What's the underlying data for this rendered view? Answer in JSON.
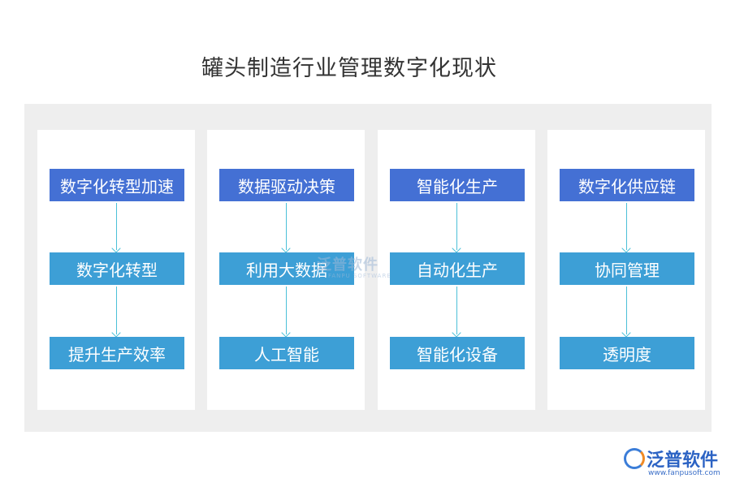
{
  "title": "罐头制造行业管理数字化现状",
  "columns": [
    {
      "top": "数字化转型加速",
      "middle": "数字化转型",
      "bottom": "提升生产效率"
    },
    {
      "top": "数据驱动决策",
      "middle": "利用大数据",
      "bottom": "人工智能"
    },
    {
      "top": "智能化生产",
      "middle": "自动化生产",
      "bottom": "智能化设备"
    },
    {
      "top": "数字化供应链",
      "middle": "协同管理",
      "bottom": "透明度"
    }
  ],
  "watermark": {
    "text": "泛普软件",
    "subtext": "FANPU SOFTWARE"
  },
  "logo": {
    "name": "泛普软件",
    "url": "www.fanpusoft.com"
  },
  "colors": {
    "header_box": "#4470d4",
    "item_box": "#3d9fd6",
    "arrow": "#4bc0d8",
    "panel_bg": "#eeeeee"
  }
}
